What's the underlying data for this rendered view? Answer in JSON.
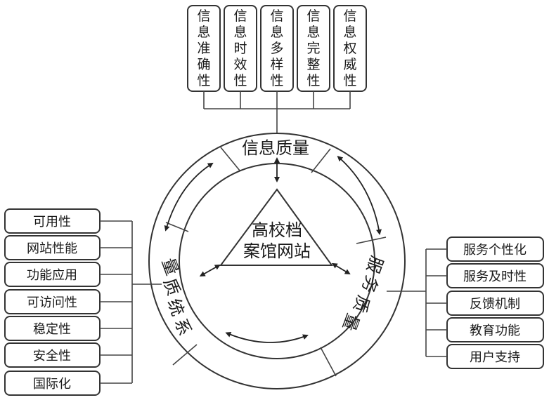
{
  "top_criteria": [
    "信息准确性",
    "信息时效性",
    "信息多样性",
    "信息完整性",
    "信息权威性"
  ],
  "left_criteria": [
    "可用性",
    "网站性能",
    "功能应用",
    "可访问性",
    "稳定性",
    "安全性",
    "国际化"
  ],
  "right_criteria": [
    "服务个性化",
    "服务及时性",
    "反馈机制",
    "教育功能",
    "用户支持"
  ],
  "center": {
    "line1": "高校档",
    "line2": "案馆网站"
  },
  "dimensions": {
    "top": "信息质量",
    "left": "系统质量",
    "right": "服务质量"
  },
  "colors": {
    "stroke": "#333333",
    "fill": "#ffffff",
    "text": "#1a1a1a"
  }
}
